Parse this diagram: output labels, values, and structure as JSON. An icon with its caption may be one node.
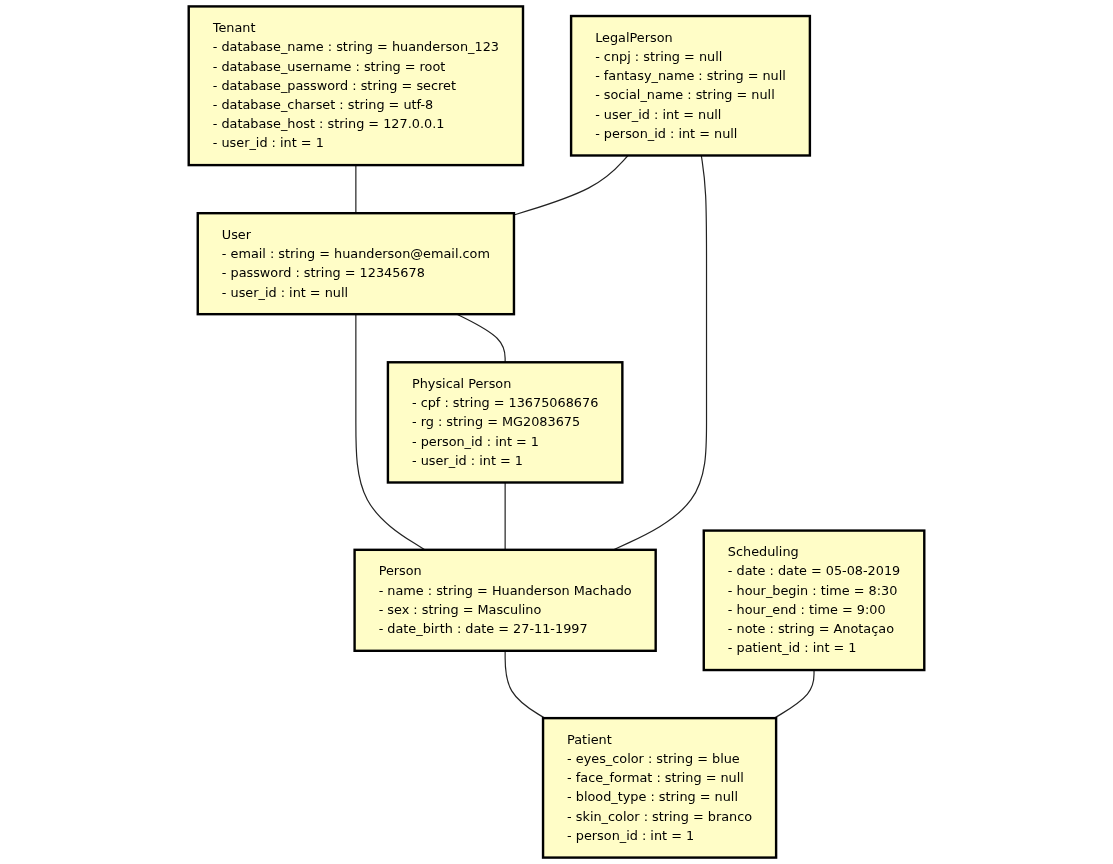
{
  "diagram": {
    "nodes": [
      {
        "text": [
          "Tenant",
          "- database_name : string = huanderson_123",
          "- database_username : string = root",
          "- database_password : string = secret",
          "- database_charset : string = utf-8",
          "- database_host : string = 127.0.0.1",
          "- user_id : int = 1"
        ]
      },
      {
        "text": [
          "LegalPerson",
          "- cnpj : string = null",
          "- fantasy_name : string = null",
          "- social_name : string = null",
          "- user_id : int = null",
          "- person_id : int = null"
        ]
      },
      {
        "text": [
          "User",
          "- email : string = huanderson@email.com",
          "- password : string = 12345678",
          "- user_id : int = null"
        ]
      },
      {
        "text": [
          "Person",
          "- name : string = Huanderson Machado",
          "- sex : string = Masculino",
          "- date_birth : date = 27-11-1997"
        ]
      },
      {
        "text": [
          "Physical Person",
          "- cpf : string = 13675068676",
          "- rg : string = MG2083675",
          "- person_id : int = 1",
          "- user_id : int = 1"
        ]
      },
      {
        "text": [
          "Patient",
          "- eyes_color : string = blue",
          "- face_format : string = null",
          "- blood_type : string = null",
          "- skin_color : string = branco",
          "- person_id : int = 1"
        ]
      },
      {
        "text": [
          "Scheduling",
          "- date : date = 05-08-2019",
          "- hour_begin : time = 8:30",
          "- hour_end : time = 9:00",
          "- note : string = Anotaçao",
          "- patient_id : int = 1"
        ]
      }
    ],
    "edges": [
      {
        "from": 0,
        "to": 2,
        "arrow": "none"
      },
      {
        "from": 1,
        "to": 2,
        "arrow": "none"
      },
      {
        "from": 1,
        "to": 3,
        "arrow": "none"
      },
      {
        "from": 2,
        "to": 3,
        "arrow": "none"
      },
      {
        "from": 2,
        "to": 4,
        "arrow": "none"
      },
      {
        "from": 4,
        "to": 3,
        "arrow": "none"
      },
      {
        "from": 3,
        "to": 5,
        "arrow": "none"
      },
      {
        "from": 6,
        "to": 5,
        "arrow": "none"
      }
    ]
  }
}
